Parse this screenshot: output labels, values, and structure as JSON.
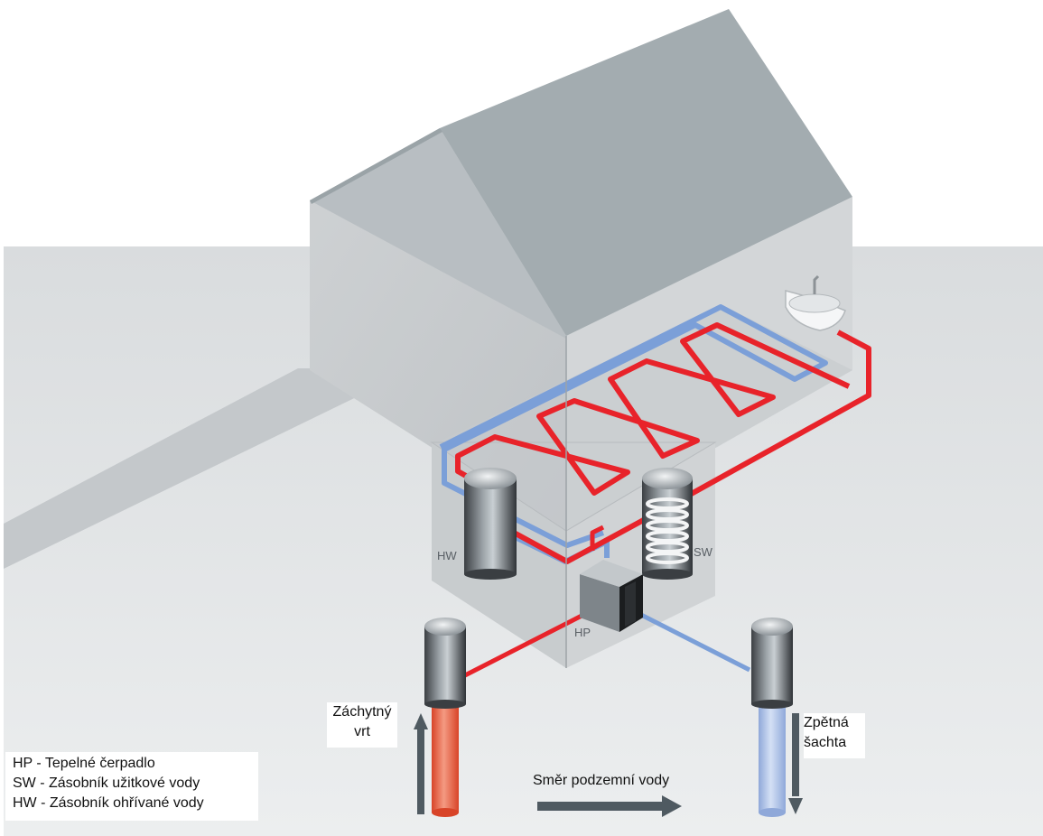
{
  "labels": {
    "hw": "HW",
    "sw": "SW",
    "hp": "HP",
    "extraction_well_line1": "Záchytný",
    "extraction_well_line2": "vrt",
    "return_well_line1": "Zpětná",
    "return_well_line2": "šachta",
    "groundwater_direction": "Směr podzemní vody"
  },
  "legend": [
    "HP - Tepelné čerpadlo",
    "SW - Zásobník užitkové vody",
    "HW - Zásobník ohřívané vody"
  ],
  "colors": {
    "hot_pipe": "#e8232a",
    "cold_pipe": "#7b9fd8",
    "roof": "#a3acb0",
    "wall": "#c9cdcf",
    "ground": "#e3e5e7",
    "arrow": "#4f5a61",
    "hot_well": "#ea6045",
    "cold_well": "#a8bde6"
  },
  "icons": {
    "sink": "washbasin-icon",
    "heat_pump": "heat-pump-icon",
    "tanks": "storage-tank-icon"
  }
}
